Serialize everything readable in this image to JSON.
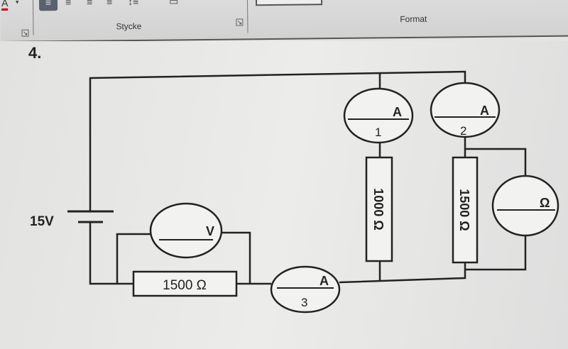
{
  "ribbon": {
    "font_color_button": "A",
    "group_paragraph": "Stycke",
    "group_format": "Format"
  },
  "document": {
    "question_number": "4.",
    "diagram": {
      "battery_label": "15V",
      "voltmeter_symbol": "V",
      "ammeter_symbol": "A",
      "ohmmeter_symbol": "Ω",
      "ammeter_1_number": "1",
      "ammeter_2_number": "2",
      "ammeter_3_number": "3",
      "resistor_series": "1500 Ω",
      "resistor_branch_1": "1000 Ω",
      "resistor_branch_2": "1500 Ω"
    }
  }
}
